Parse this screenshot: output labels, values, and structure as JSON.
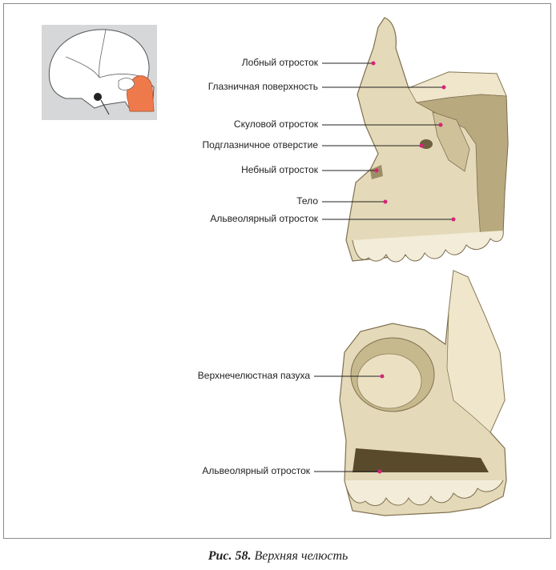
{
  "labels_top": [
    {
      "text": "Лобный отросток"
    },
    {
      "text": "Глазничная поверхность"
    },
    {
      "text": "Скуловой отросток"
    },
    {
      "text": "Подглазничное отверстие"
    },
    {
      "text": "Небный отросток"
    },
    {
      "text": "Тело"
    },
    {
      "text": "Альвеолярный отросток"
    }
  ],
  "labels_bottom": [
    {
      "text": "Верхнечелюстная пазуха"
    },
    {
      "text": "Альвеолярный отросток"
    }
  ],
  "caption": {
    "prefix": "Рис. 58.",
    "title": "Верхняя челюсть"
  },
  "colors": {
    "bone": "#e4d9b8",
    "bone_shadow": "#a99a70",
    "marker": "#d6237a",
    "highlight": "#ee7a4c"
  }
}
